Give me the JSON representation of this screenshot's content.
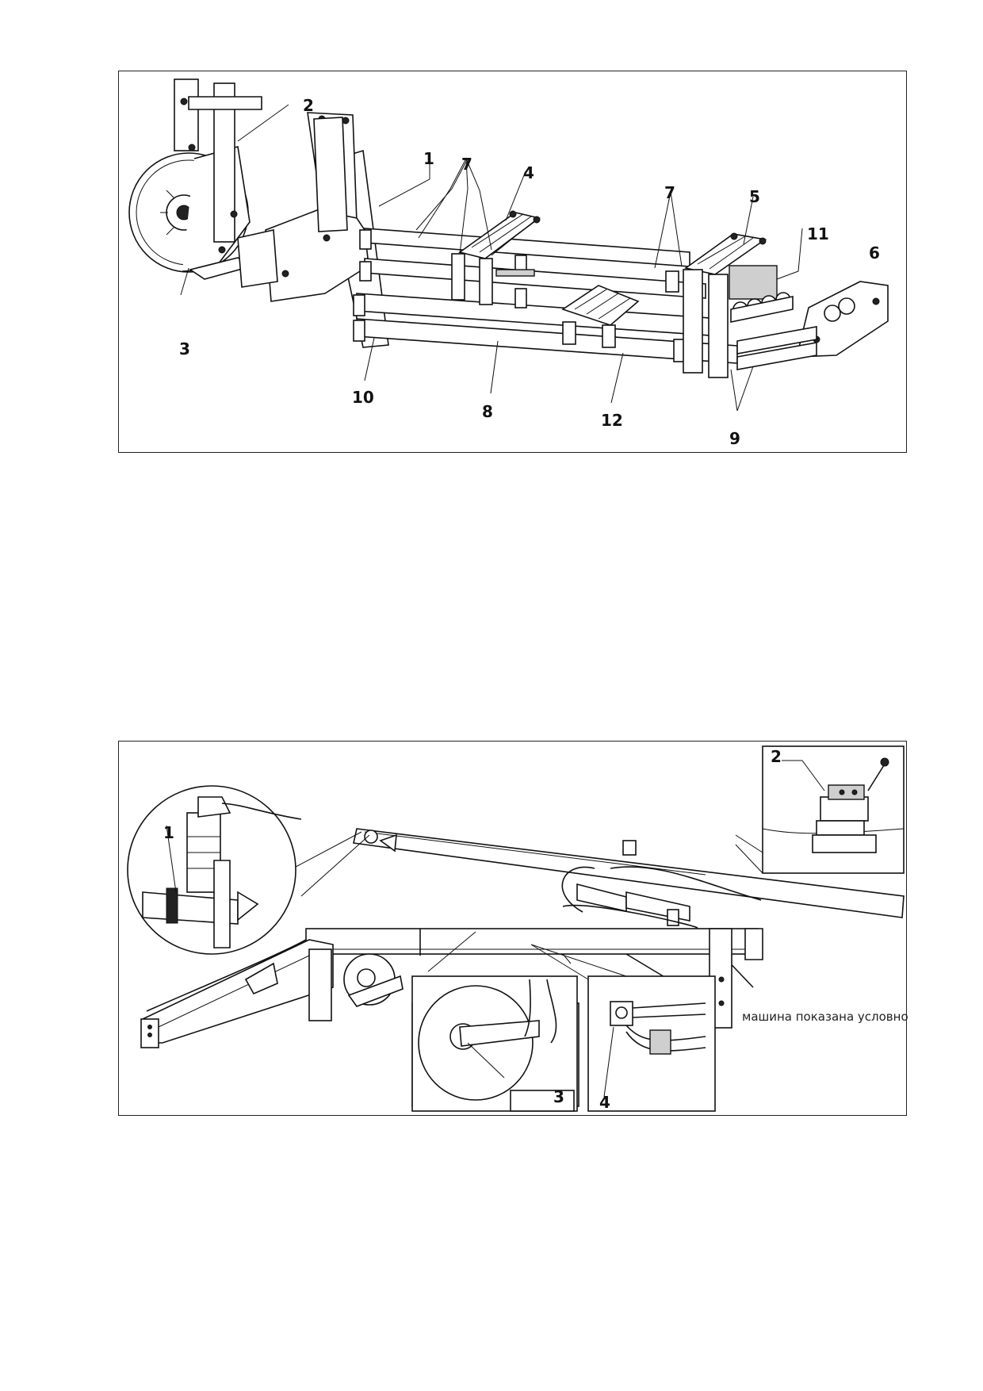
{
  "figure1": {
    "callouts": [
      "1",
      "2",
      "3",
      "4",
      "5",
      "6",
      "7",
      "7",
      "8",
      "9",
      "10",
      "11",
      "12"
    ]
  },
  "figure2": {
    "callouts": [
      "1",
      "2",
      "3",
      "4"
    ],
    "caption": "машина показана условно"
  }
}
